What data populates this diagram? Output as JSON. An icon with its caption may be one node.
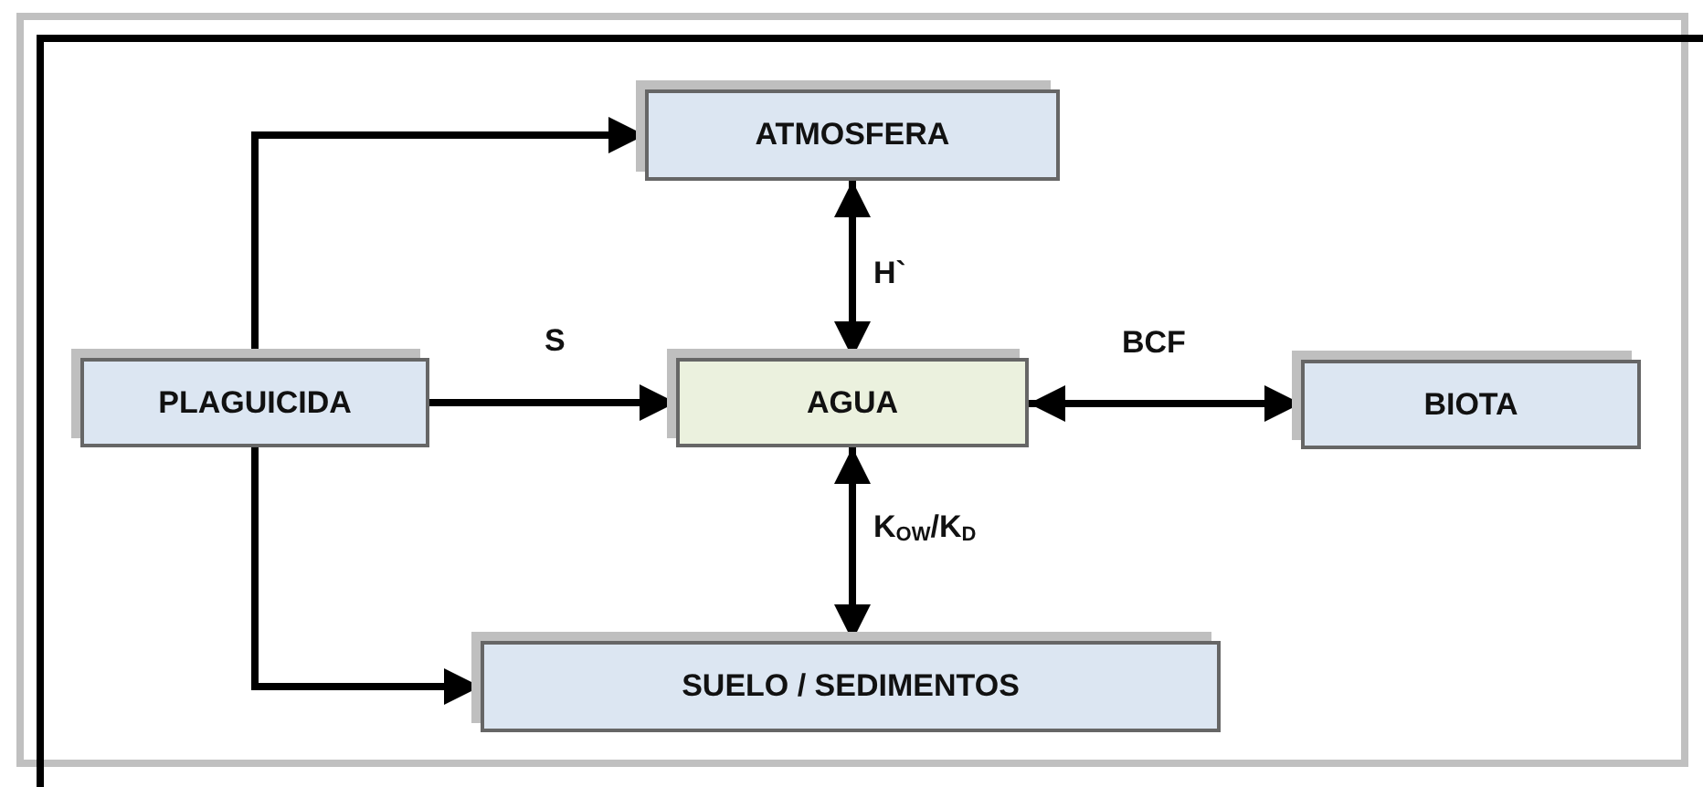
{
  "diagram": {
    "nodes": [
      {
        "text": [
          "ATMOSFERA"
        ]
      },
      {
        "text": [
          "PLAGUICIDA"
        ]
      },
      {
        "text": [
          "AGUA"
        ]
      },
      {
        "text": [
          "BIOTA"
        ]
      },
      {
        "text": [
          "SUELO / SEDIMENTOS"
        ]
      }
    ],
    "edges": [
      {
        "from": 1,
        "to": 0,
        "arrow": "to"
      },
      {
        "from": 0,
        "to": 2,
        "arrow": "both",
        "label": "H`"
      },
      {
        "from": 1,
        "to": 2,
        "arrow": "to",
        "label": "S"
      },
      {
        "from": 2,
        "to": 3,
        "arrow": "both",
        "label": "BCF"
      },
      {
        "from": 2,
        "to": 4,
        "arrow": "both",
        "label": "K$_{OW}$/K$_{D}$"
      },
      {
        "from": 1,
        "to": 4,
        "arrow": "to"
      }
    ]
  }
}
